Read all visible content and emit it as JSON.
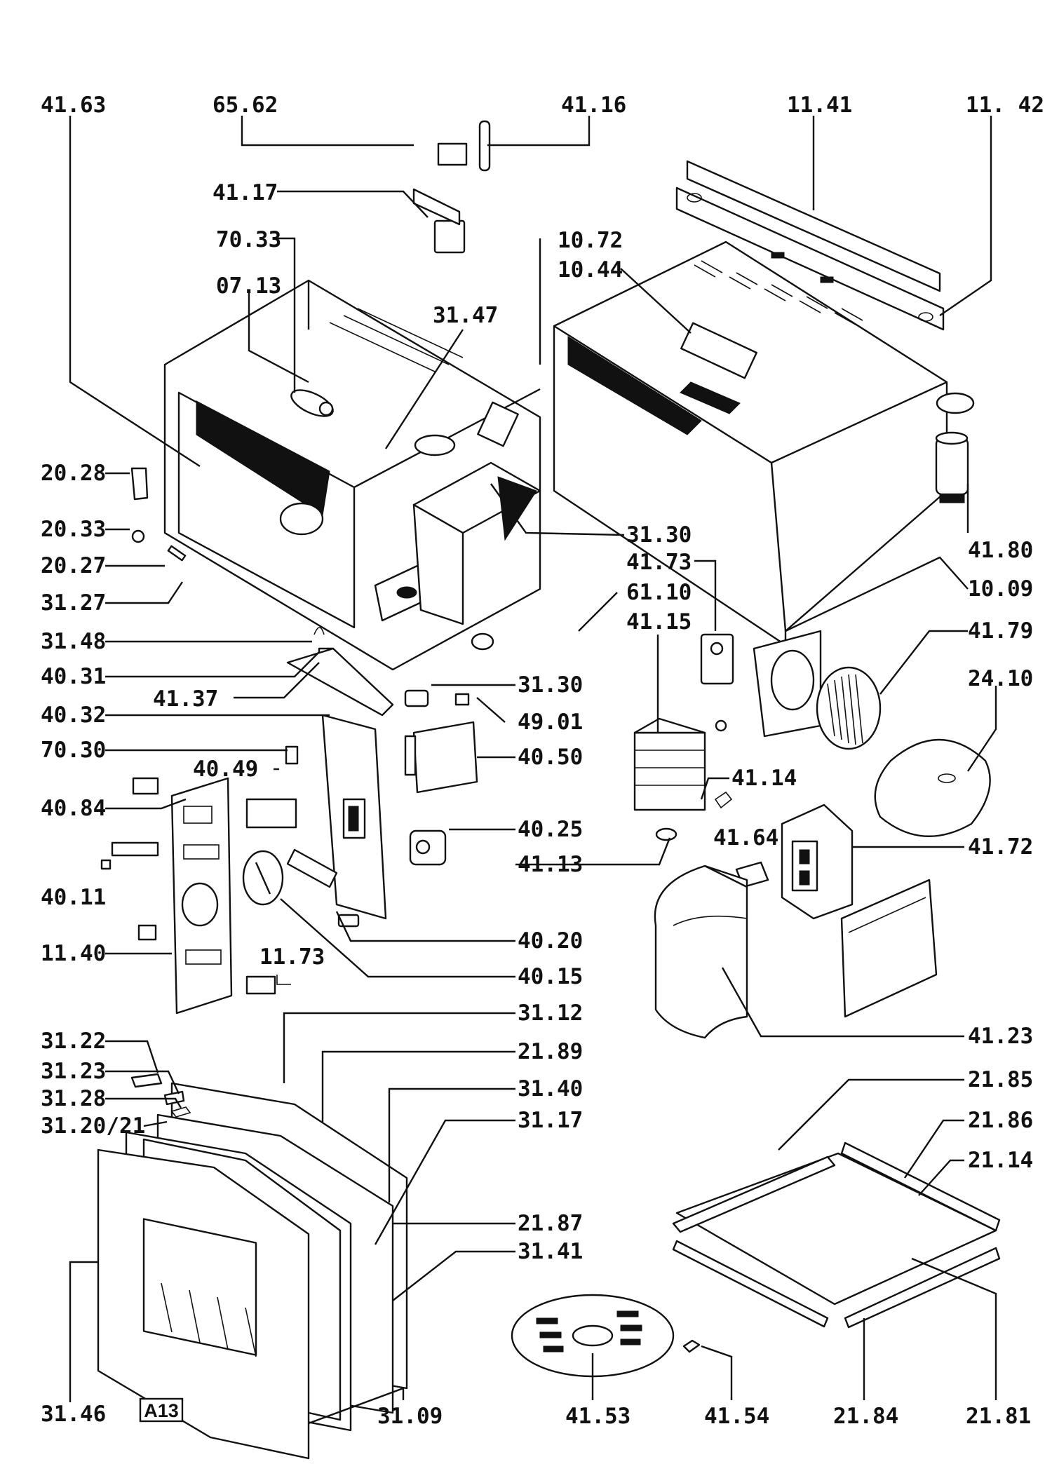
{
  "figure_label": "A13",
  "callouts": [
    {
      "id": "c-41-63",
      "text": "41.63"
    },
    {
      "id": "c-65-62",
      "text": "65.62"
    },
    {
      "id": "c-41-16",
      "text": "41.16"
    },
    {
      "id": "c-11-41",
      "text": "11.41"
    },
    {
      "id": "c-11-42",
      "text": "11. 42"
    },
    {
      "id": "c-41-17",
      "text": "41.17"
    },
    {
      "id": "c-70-33",
      "text": "70.33"
    },
    {
      "id": "c-07-13",
      "text": "07.13"
    },
    {
      "id": "c-31-47",
      "text": "31.47"
    },
    {
      "id": "c-10-72",
      "text": "10.72"
    },
    {
      "id": "c-10-44",
      "text": "10.44"
    },
    {
      "id": "c-20-28",
      "text": "20.28"
    },
    {
      "id": "c-20-33",
      "text": "20.33"
    },
    {
      "id": "c-20-27",
      "text": "20.27"
    },
    {
      "id": "c-31-27",
      "text": "31.27"
    },
    {
      "id": "c-31-30a",
      "text": "31.30"
    },
    {
      "id": "c-41-80",
      "text": "41.80"
    },
    {
      "id": "c-41-73",
      "text": "41.73"
    },
    {
      "id": "c-61-10",
      "text": "61.10"
    },
    {
      "id": "c-10-09",
      "text": "10.09"
    },
    {
      "id": "c-41-15",
      "text": "41.15"
    },
    {
      "id": "c-41-79",
      "text": "41.79"
    },
    {
      "id": "c-31-48",
      "text": "31.48"
    },
    {
      "id": "c-40-31",
      "text": "40.31"
    },
    {
      "id": "c-41-37",
      "text": "41.37"
    },
    {
      "id": "c-31-30b",
      "text": "31.30"
    },
    {
      "id": "c-24-10",
      "text": "24.10"
    },
    {
      "id": "c-40-32",
      "text": "40.32"
    },
    {
      "id": "c-49-01",
      "text": "49.01"
    },
    {
      "id": "c-70-30",
      "text": "70.30"
    },
    {
      "id": "c-40-49",
      "text": "40.49"
    },
    {
      "id": "c-40-50",
      "text": "40.50"
    },
    {
      "id": "c-40-84",
      "text": "40.84"
    },
    {
      "id": "c-41-14",
      "text": "41.14"
    },
    {
      "id": "c-40-25",
      "text": "40.25"
    },
    {
      "id": "c-41-64",
      "text": "41.64"
    },
    {
      "id": "c-41-72",
      "text": "41.72"
    },
    {
      "id": "c-41-13",
      "text": "41.13"
    },
    {
      "id": "c-40-11",
      "text": "40.11"
    },
    {
      "id": "c-40-20",
      "text": "40.20"
    },
    {
      "id": "c-11-40",
      "text": "11.40"
    },
    {
      "id": "c-11-73",
      "text": "11.73"
    },
    {
      "id": "c-40-15",
      "text": "40.15"
    },
    {
      "id": "c-31-12",
      "text": "31.12"
    },
    {
      "id": "c-41-23",
      "text": "41.23"
    },
    {
      "id": "c-31-22",
      "text": "31.22"
    },
    {
      "id": "c-21-89",
      "text": "21.89"
    },
    {
      "id": "c-31-23",
      "text": "31.23"
    },
    {
      "id": "c-21-85",
      "text": "21.85"
    },
    {
      "id": "c-31-40",
      "text": "31.40"
    },
    {
      "id": "c-31-28",
      "text": "31.28"
    },
    {
      "id": "c-31-17",
      "text": "31.17"
    },
    {
      "id": "c-31-20-21",
      "text": "31.20/21"
    },
    {
      "id": "c-21-86",
      "text": "21.86"
    },
    {
      "id": "c-21-14",
      "text": "21.14"
    },
    {
      "id": "c-21-87",
      "text": "21.87"
    },
    {
      "id": "c-31-41",
      "text": "31.41"
    },
    {
      "id": "c-31-46",
      "text": "31.46"
    },
    {
      "id": "c-31-09",
      "text": "31.09"
    },
    {
      "id": "c-41-53",
      "text": "41.53"
    },
    {
      "id": "c-41-54",
      "text": "41.54"
    },
    {
      "id": "c-21-84",
      "text": "21.84"
    },
    {
      "id": "c-21-81",
      "text": "21.81"
    }
  ]
}
